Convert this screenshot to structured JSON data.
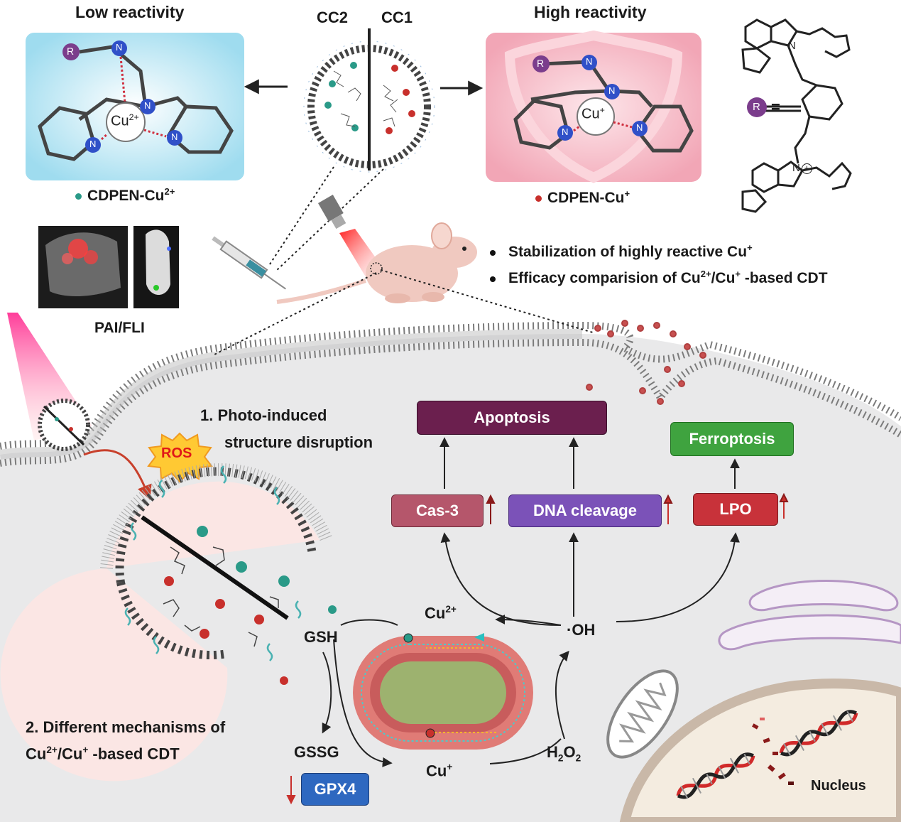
{
  "top": {
    "low_reactivity": "Low reactivity",
    "high_reactivity": "High reactivity",
    "cc2": "CC2",
    "cc1": "CC1",
    "cdpen_cu2_prefix": "CDPEN-Cu",
    "cdpen_cu2_charge": "2+",
    "cdpen_cu1_prefix": "CDPEN-Cu",
    "cdpen_cu1_charge": "+",
    "cu2_center": "Cu",
    "cu2_center_charge": "2+",
    "cu1_center": "Cu",
    "cu1_center_charge": "+",
    "r_label": "R",
    "n_label": "N",
    "r_equals": "=",
    "n_plus": "N",
    "plus_sign": "+"
  },
  "middle": {
    "pai_fli": "PAI/FLI",
    "bullet1_text": "Stabilization of highly reactive Cu",
    "bullet1_charge": "+",
    "bullet2_a": "Efficacy comparision of  Cu",
    "bullet2_charge1": "2+",
    "bullet2_b": "/Cu",
    "bullet2_charge2": "+",
    "bullet2_c": " -based CDT"
  },
  "cell": {
    "step1_line1": "1.   Photo-induced",
    "step1_line2": "structure disruption",
    "ros": "ROS",
    "step2_line1": "2. Different mechanisms of",
    "step2_line2_a": "Cu",
    "step2_line2_charge1": "2+",
    "step2_line2_b": "/Cu",
    "step2_line2_charge2": "+",
    "step2_line2_c": " -based CDT",
    "gsh": "GSH",
    "gssg": "GSSG",
    "gpx4": "GPX4",
    "cycle_cu2": "Cu",
    "cycle_cu2_charge": "2+",
    "cycle_cu1": "Cu",
    "cycle_cu1_charge": "+",
    "oh": "·OH",
    "h2o2_a": "H",
    "h2o2_sub1": "2",
    "h2o2_b": "O",
    "h2o2_sub2": "2",
    "nucleus": "Nucleus"
  },
  "outcomes": {
    "apoptosis": "Apoptosis",
    "ferroptosis": "Ferroptosis",
    "cas3": "Cas-3",
    "dna": "DNA cleavage",
    "lpo": "LPO"
  },
  "colors": {
    "apoptosis": "#6b1f4e",
    "ferroptosis": "#3fa33f",
    "cas3": "#b5566b",
    "dna": "#7b52b8",
    "lpo": "#c8323a",
    "gpx4": "#2e68c0",
    "teal": "#2a9a88",
    "red": "#c8302c"
  }
}
